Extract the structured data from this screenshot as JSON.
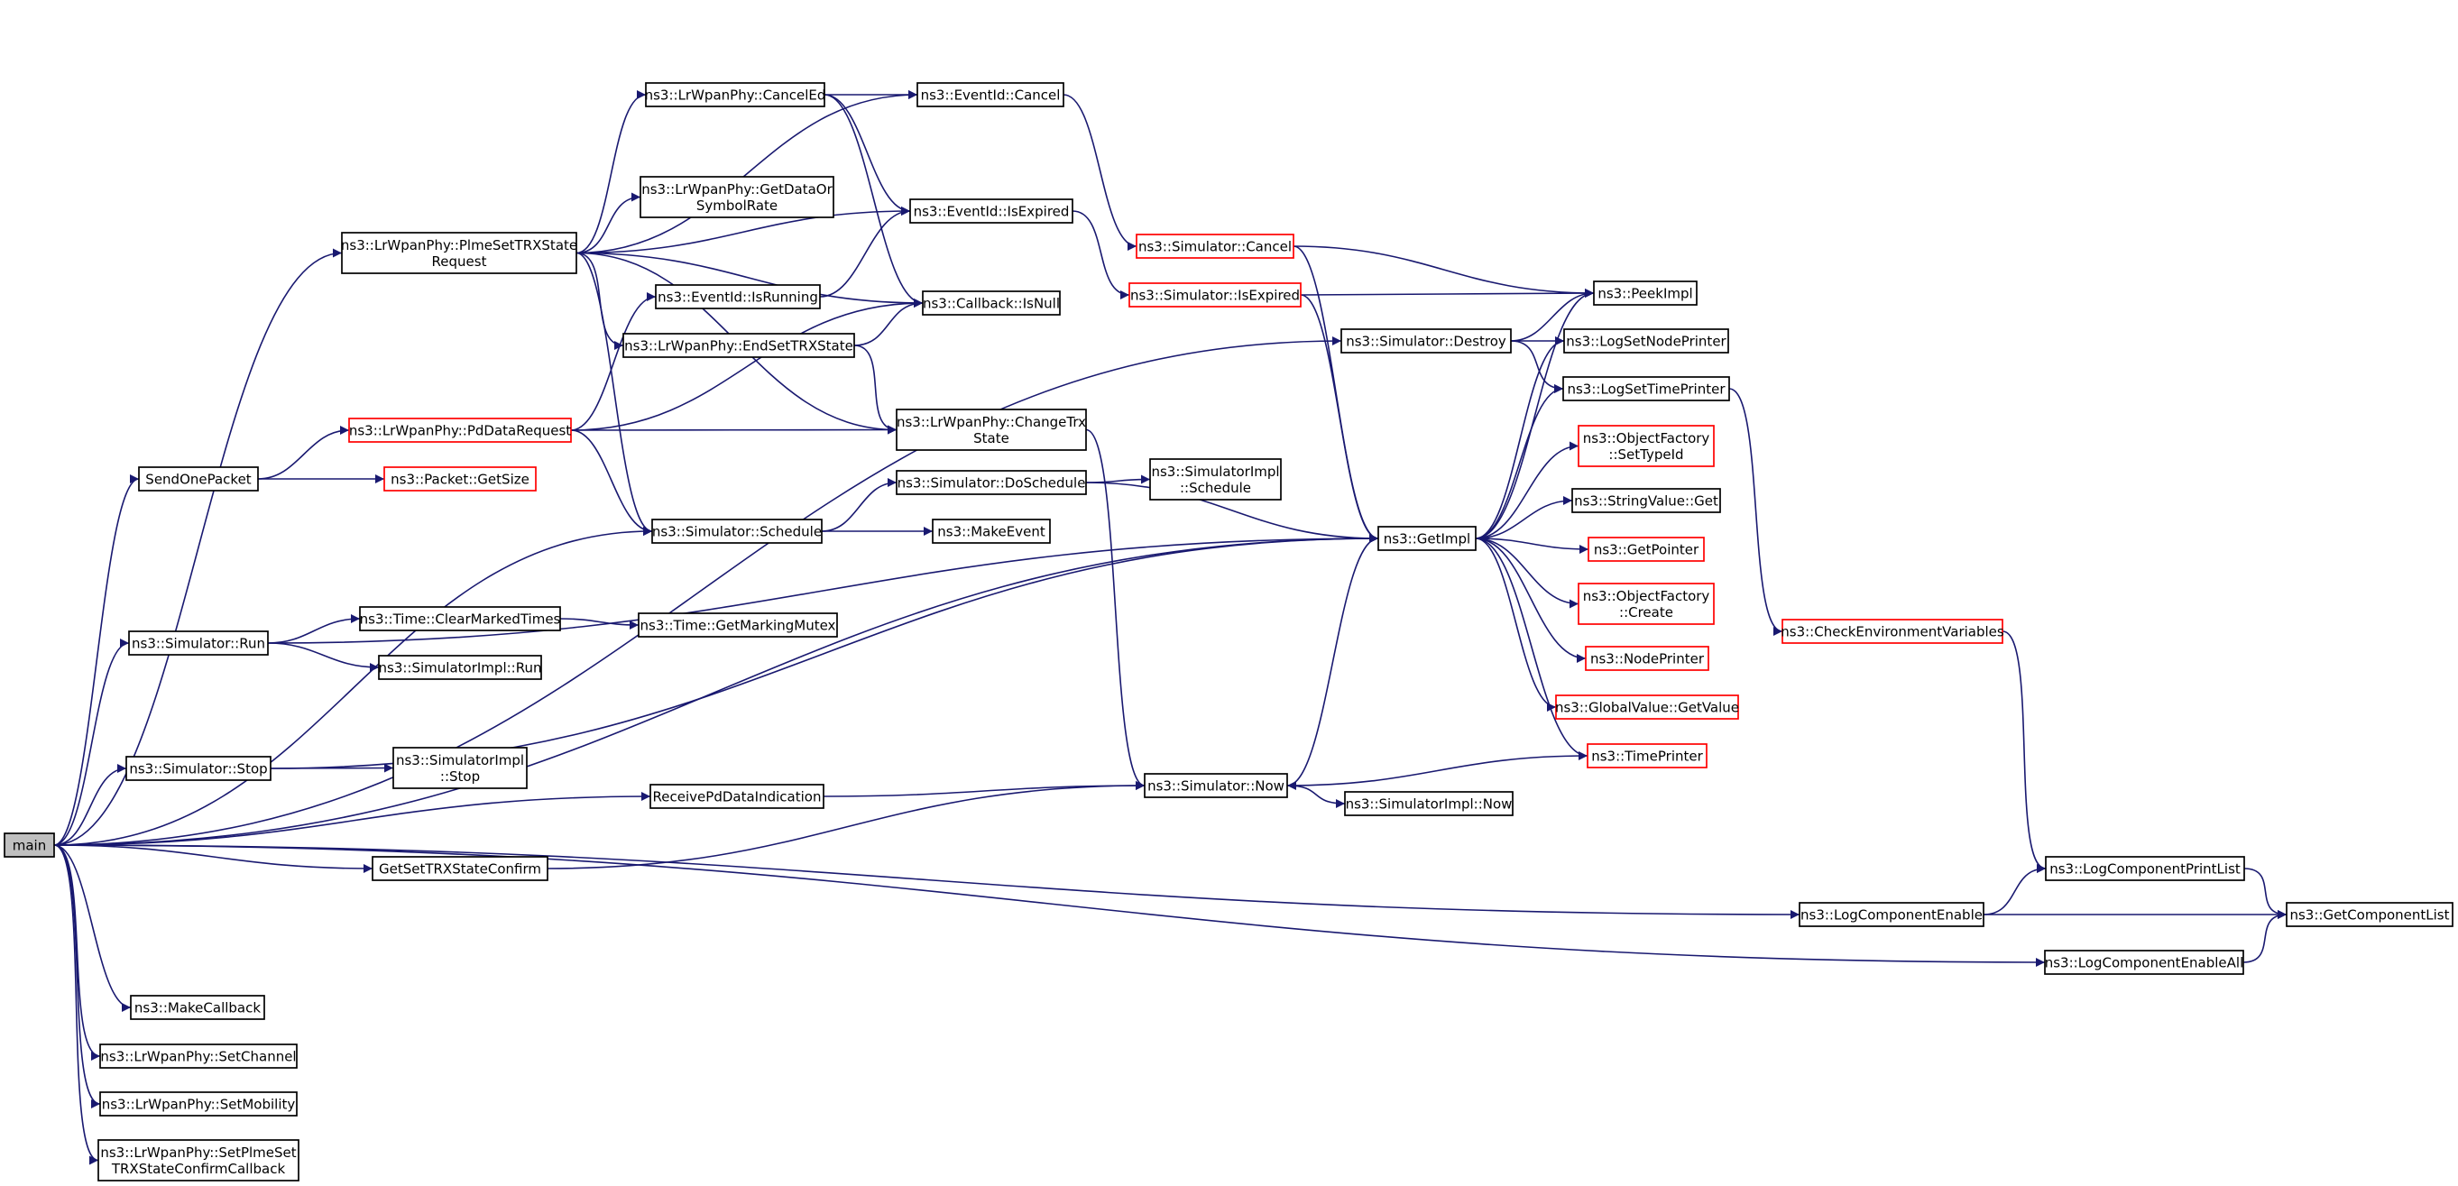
{
  "graph": {
    "nodes": [
      {
        "id": "main",
        "lines": [
          "main"
        ],
        "root": true
      },
      {
        "id": "plme",
        "lines": [
          "ns3::LrWpanPhy::PlmeSetTRXState",
          "Request"
        ]
      },
      {
        "id": "cancelEd",
        "lines": [
          "ns3::LrWpanPhy::CancelEd"
        ]
      },
      {
        "id": "evCancel",
        "lines": [
          "ns3::EventId::Cancel"
        ]
      },
      {
        "id": "getDataOr",
        "lines": [
          "ns3::LrWpanPhy::GetDataOr",
          "SymbolRate"
        ]
      },
      {
        "id": "isExpired",
        "lines": [
          "ns3::EventId::IsExpired"
        ]
      },
      {
        "id": "isRunning",
        "lines": [
          "ns3::EventId::IsRunning"
        ]
      },
      {
        "id": "cbIsNull",
        "lines": [
          "ns3::Callback::IsNull"
        ]
      },
      {
        "id": "endSet",
        "lines": [
          "ns3::LrWpanPhy::EndSetTRXState"
        ]
      },
      {
        "id": "pdData",
        "lines": [
          "ns3::LrWpanPhy::PdDataRequest"
        ],
        "trunc": true
      },
      {
        "id": "changeTrx",
        "lines": [
          "ns3::LrWpanPhy::ChangeTrx",
          "State"
        ]
      },
      {
        "id": "sendOne",
        "lines": [
          "SendOnePacket"
        ]
      },
      {
        "id": "getSize",
        "lines": [
          "ns3::Packet::GetSize"
        ],
        "trunc": true
      },
      {
        "id": "doSched",
        "lines": [
          "ns3::Simulator::DoSchedule"
        ]
      },
      {
        "id": "implSched",
        "lines": [
          "ns3::SimulatorImpl",
          "::Schedule"
        ]
      },
      {
        "id": "schedule",
        "lines": [
          "ns3::Simulator::Schedule"
        ]
      },
      {
        "id": "makeEvent",
        "lines": [
          "ns3::MakeEvent"
        ]
      },
      {
        "id": "simCancel",
        "lines": [
          "ns3::Simulator::Cancel"
        ],
        "trunc": true
      },
      {
        "id": "simIsExp",
        "lines": [
          "ns3::Simulator::IsExpired"
        ],
        "trunc": true
      },
      {
        "id": "destroy",
        "lines": [
          "ns3::Simulator::Destroy"
        ]
      },
      {
        "id": "peekImpl",
        "lines": [
          "ns3::PeekImpl"
        ]
      },
      {
        "id": "logNode",
        "lines": [
          "ns3::LogSetNodePrinter"
        ]
      },
      {
        "id": "logTime",
        "lines": [
          "ns3::LogSetTimePrinter"
        ]
      },
      {
        "id": "ofSetType",
        "lines": [
          "ns3::ObjectFactory",
          "::SetTypeId"
        ],
        "trunc": true
      },
      {
        "id": "strGet",
        "lines": [
          "ns3::StringValue::Get"
        ]
      },
      {
        "id": "getImpl",
        "lines": [
          "ns3::GetImpl"
        ]
      },
      {
        "id": "getPointer",
        "lines": [
          "ns3::GetPointer"
        ],
        "trunc": true
      },
      {
        "id": "ofCreate",
        "lines": [
          "ns3::ObjectFactory",
          "::Create"
        ],
        "trunc": true
      },
      {
        "id": "nodePrinter",
        "lines": [
          "ns3::NodePrinter"
        ],
        "trunc": true
      },
      {
        "id": "gvGet",
        "lines": [
          "ns3::GlobalValue::GetValue"
        ],
        "trunc": true
      },
      {
        "id": "timePrinter",
        "lines": [
          "ns3::TimePrinter"
        ],
        "trunc": true
      },
      {
        "id": "checkEnv",
        "lines": [
          "ns3::CheckEnvironmentVariables"
        ],
        "trunc": true
      },
      {
        "id": "simRun",
        "lines": [
          "ns3::Simulator::Run"
        ]
      },
      {
        "id": "clearMarked",
        "lines": [
          "ns3::Time::ClearMarkedTimes"
        ]
      },
      {
        "id": "getMarking",
        "lines": [
          "ns3::Time::GetMarkingMutex"
        ]
      },
      {
        "id": "implRun",
        "lines": [
          "ns3::SimulatorImpl::Run"
        ]
      },
      {
        "id": "simStop",
        "lines": [
          "ns3::Simulator::Stop"
        ]
      },
      {
        "id": "implStop",
        "lines": [
          "ns3::SimulatorImpl",
          "::Stop"
        ]
      },
      {
        "id": "recvPd",
        "lines": [
          "ReceivePdDataIndication"
        ]
      },
      {
        "id": "simNow",
        "lines": [
          "ns3::Simulator::Now"
        ]
      },
      {
        "id": "implNow",
        "lines": [
          "ns3::SimulatorImpl::Now"
        ]
      },
      {
        "id": "getSetTrx",
        "lines": [
          "GetSetTRXStateConfirm"
        ]
      },
      {
        "id": "logPrint",
        "lines": [
          "ns3::LogComponentPrintList"
        ]
      },
      {
        "id": "logEnable",
        "lines": [
          "ns3::LogComponentEnable"
        ]
      },
      {
        "id": "getCompList",
        "lines": [
          "ns3::GetComponentList"
        ]
      },
      {
        "id": "logEnableAll",
        "lines": [
          "ns3::LogComponentEnableAll"
        ]
      },
      {
        "id": "makeCb",
        "lines": [
          "ns3::MakeCallback"
        ]
      },
      {
        "id": "setChannel",
        "lines": [
          "ns3::LrWpanPhy::SetChannel"
        ]
      },
      {
        "id": "setMobility",
        "lines": [
          "ns3::LrWpanPhy::SetMobility"
        ]
      },
      {
        "id": "setPlmeCb",
        "lines": [
          "ns3::LrWpanPhy::SetPlmeSet",
          "TRXStateConfirmCallback"
        ]
      }
    ],
    "edges": [
      [
        "main",
        "destroy"
      ],
      [
        "main",
        "plme"
      ],
      [
        "main",
        "sendOne"
      ],
      [
        "main",
        "schedule"
      ],
      [
        "main",
        "getImpl"
      ],
      [
        "main",
        "simRun"
      ],
      [
        "main",
        "simStop"
      ],
      [
        "main",
        "recvPd"
      ],
      [
        "main",
        "getSetTrx"
      ],
      [
        "main",
        "logEnable"
      ],
      [
        "main",
        "logEnableAll"
      ],
      [
        "main",
        "makeCb"
      ],
      [
        "main",
        "setChannel"
      ],
      [
        "main",
        "setMobility"
      ],
      [
        "main",
        "setPlmeCb"
      ],
      [
        "plme",
        "cancelEd"
      ],
      [
        "plme",
        "evCancel"
      ],
      [
        "plme",
        "getDataOr"
      ],
      [
        "plme",
        "isExpired"
      ],
      [
        "plme",
        "cbIsNull"
      ],
      [
        "plme",
        "endSet"
      ],
      [
        "plme",
        "changeTrx"
      ],
      [
        "plme",
        "schedule"
      ],
      [
        "cancelEd",
        "evCancel"
      ],
      [
        "cancelEd",
        "isExpired"
      ],
      [
        "cancelEd",
        "cbIsNull"
      ],
      [
        "evCancel",
        "simCancel"
      ],
      [
        "isExpired",
        "simIsExp"
      ],
      [
        "isRunning",
        "isExpired"
      ],
      [
        "endSet",
        "cbIsNull"
      ],
      [
        "endSet",
        "changeTrx"
      ],
      [
        "pdData",
        "isRunning"
      ],
      [
        "pdData",
        "cbIsNull"
      ],
      [
        "pdData",
        "changeTrx"
      ],
      [
        "pdData",
        "schedule"
      ],
      [
        "sendOne",
        "pdData"
      ],
      [
        "sendOne",
        "getSize"
      ],
      [
        "changeTrx",
        "simNow"
      ],
      [
        "doSched",
        "implSched"
      ],
      [
        "doSched",
        "getImpl"
      ],
      [
        "schedule",
        "doSched"
      ],
      [
        "schedule",
        "makeEvent"
      ],
      [
        "simCancel",
        "peekImpl"
      ],
      [
        "simCancel",
        "getImpl"
      ],
      [
        "simIsExp",
        "peekImpl"
      ],
      [
        "simIsExp",
        "getImpl"
      ],
      [
        "destroy",
        "peekImpl"
      ],
      [
        "destroy",
        "logNode"
      ],
      [
        "destroy",
        "logTime"
      ],
      [
        "getImpl",
        "peekImpl"
      ],
      [
        "getImpl",
        "logNode"
      ],
      [
        "getImpl",
        "logTime"
      ],
      [
        "getImpl",
        "ofSetType"
      ],
      [
        "getImpl",
        "strGet"
      ],
      [
        "getImpl",
        "getPointer"
      ],
      [
        "getImpl",
        "ofCreate"
      ],
      [
        "getImpl",
        "nodePrinter"
      ],
      [
        "getImpl",
        "gvGet"
      ],
      [
        "getImpl",
        "timePrinter"
      ],
      [
        "logTime",
        "checkEnv"
      ],
      [
        "checkEnv",
        "logPrint"
      ],
      [
        "simRun",
        "getImpl"
      ],
      [
        "simRun",
        "clearMarked"
      ],
      [
        "simRun",
        "implRun"
      ],
      [
        "clearMarked",
        "getMarking"
      ],
      [
        "simStop",
        "getImpl"
      ],
      [
        "simStop",
        "implStop"
      ],
      [
        "recvPd",
        "simNow"
      ],
      [
        "getSetTrx",
        "simNow"
      ],
      [
        "simNow",
        "getImpl"
      ],
      [
        "simNow",
        "implNow"
      ],
      [
        "timePrinter",
        "simNow"
      ],
      [
        "logEnable",
        "logPrint"
      ],
      [
        "logEnable",
        "getCompList"
      ],
      [
        "logPrint",
        "getCompList"
      ],
      [
        "logEnableAll",
        "getCompList"
      ]
    ]
  }
}
